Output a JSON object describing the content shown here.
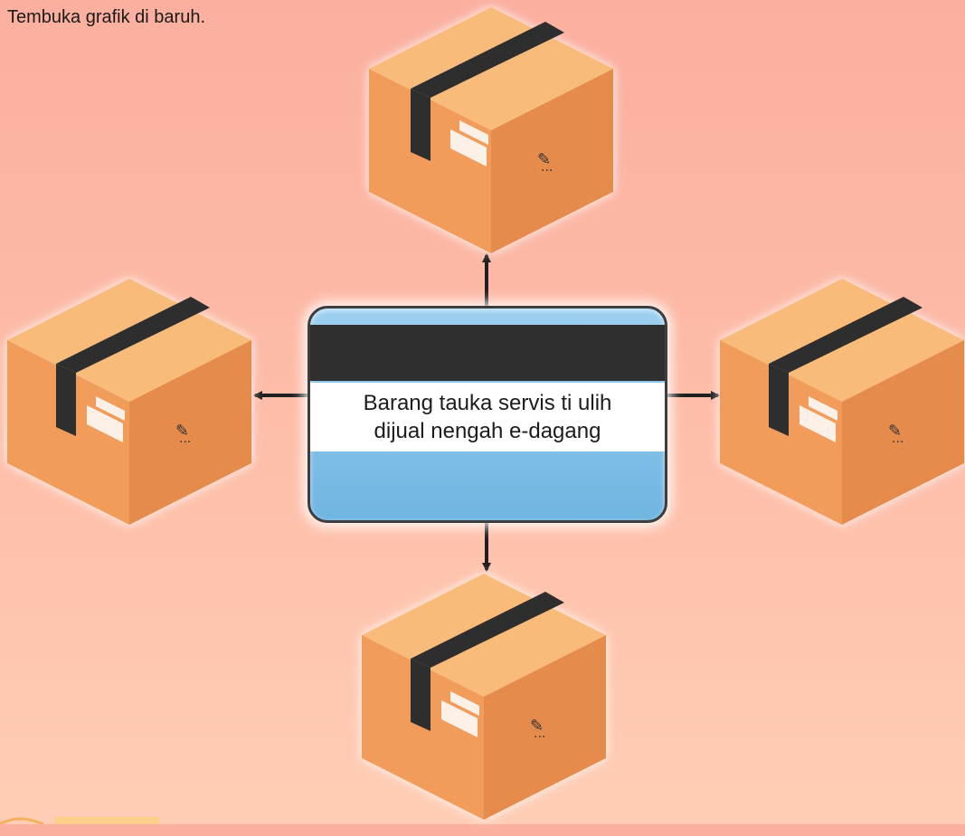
{
  "instruction": "Tembuka grafik di baruh.",
  "center_card": {
    "label": "Barang tauka servis ti ulih\ndijual nengah e-dagang"
  },
  "boxes": [
    {
      "id": "top",
      "placeholder": "..."
    },
    {
      "id": "left",
      "placeholder": "..."
    },
    {
      "id": "right",
      "placeholder": "..."
    },
    {
      "id": "bottom",
      "placeholder": "..."
    }
  ],
  "colors": {
    "background": "#fbaf9f",
    "box_top": "#f8b877",
    "box_left": "#f09a58",
    "box_right": "#e68a4a",
    "tape": "#2e2e2e",
    "card_blue": "#79b9e3",
    "card_stripe": "#2f2f2f"
  }
}
